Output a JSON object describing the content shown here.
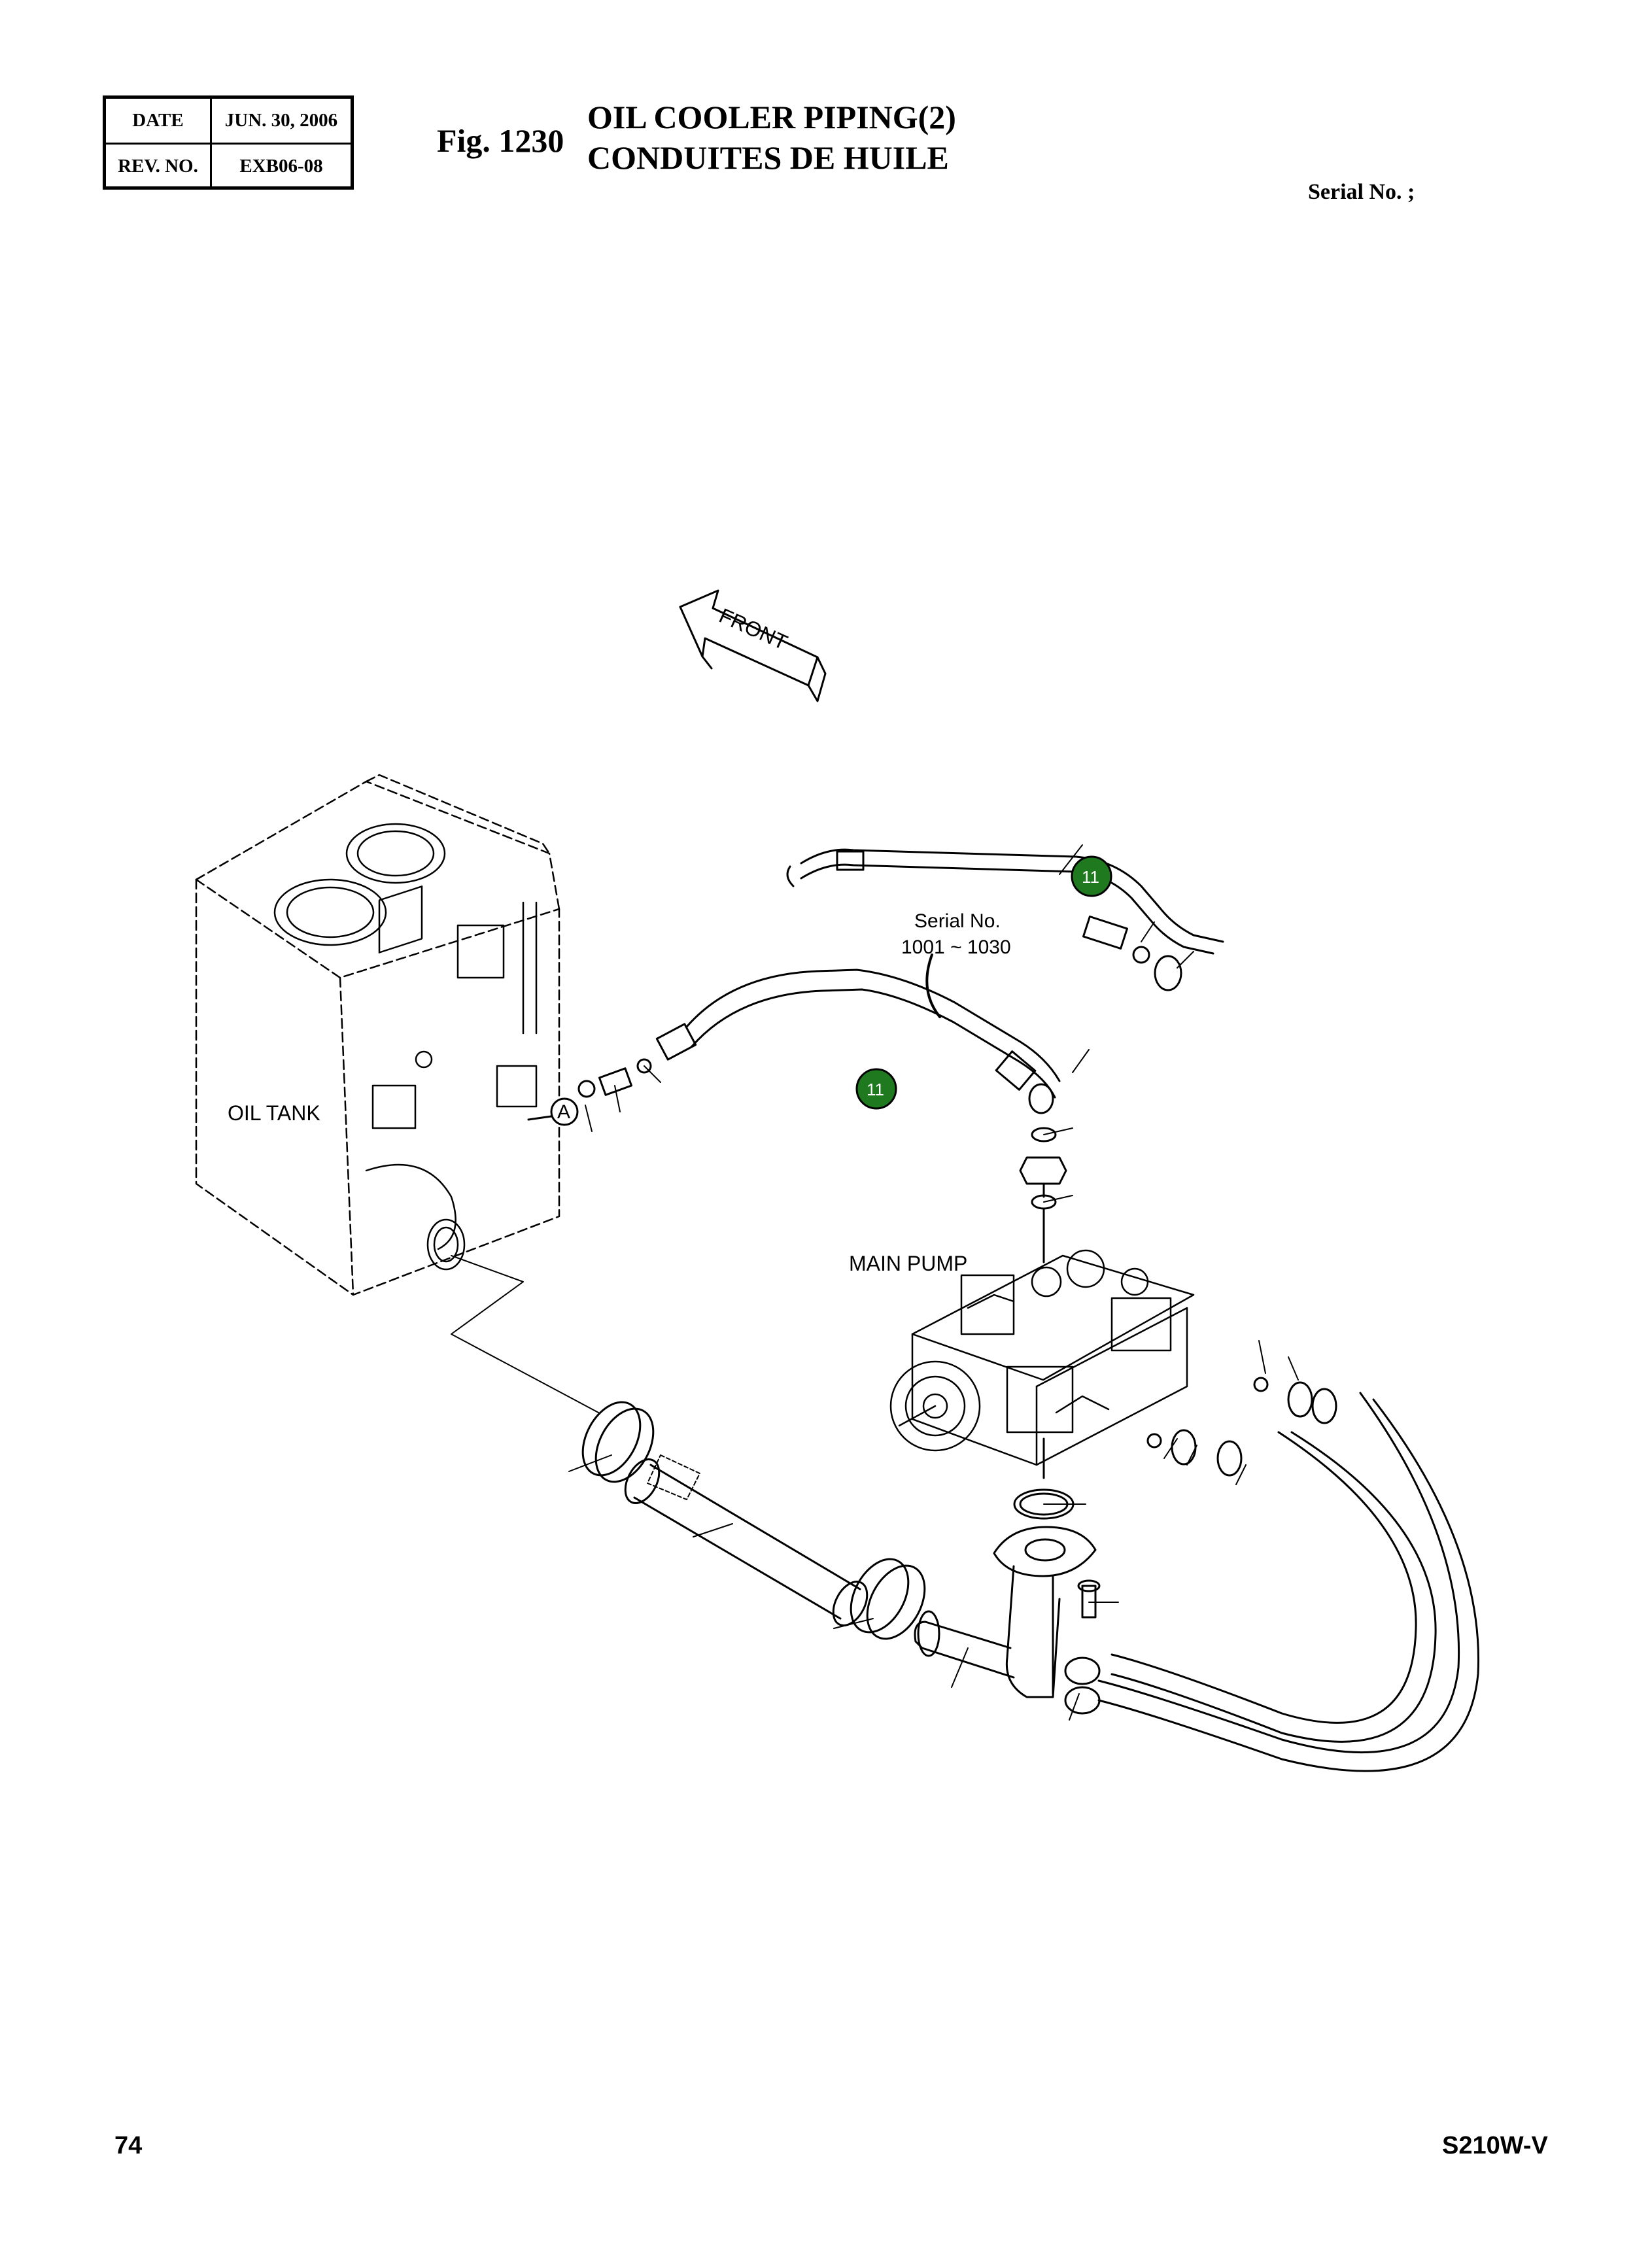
{
  "header": {
    "date_key": "DATE",
    "date_value": "JUN. 30, 2006",
    "rev_key": "REV. NO.",
    "rev_value": "EXB06-08",
    "fig_label": "Fig. 1230",
    "title_en": "OIL COOLER PIPING(2)",
    "title_fr": "CONDUITES DE HUILE",
    "serial_no": "Serial No. ;"
  },
  "diagram": {
    "front_arrow": "FRONT",
    "oil_tank_label": "OIL TANK",
    "main_pump_label": "MAIN PUMP",
    "serial_note_line1": "Serial No.",
    "serial_note_line2": "1001 ~ 1030",
    "callout_a": "A",
    "callouts": [
      "11",
      "11"
    ],
    "callout_color": "#1f7a1f"
  },
  "footer": {
    "page_number": "74",
    "model": "S210W-V"
  }
}
